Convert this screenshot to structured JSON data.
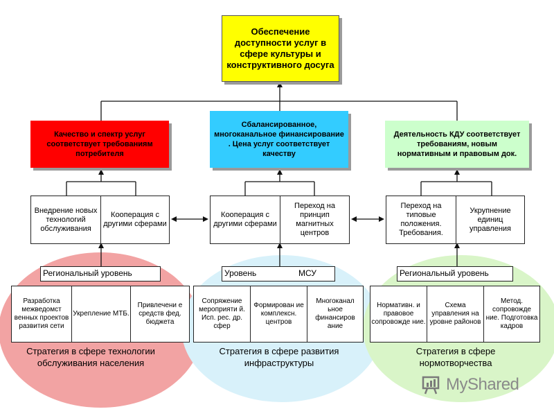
{
  "top": "Обеспечение доступности услуг в сфере культуры и конструктивного досуга",
  "branches": [
    {
      "header": "Качество и спектр услуг соответствует требованиям потребителя",
      "sub": [
        "Внедрение новых технологий обслуживания",
        "Кооперация с другими сферами"
      ],
      "level": "Региональный уровень",
      "items": [
        "Разработка межведомст венных проектов развития сети",
        "Укрепление МТБ.",
        "Привлечени е средств фед. бюджета"
      ],
      "strategy": "Стратегия в сфере технологии обслуживания населения"
    },
    {
      "header": "Сбалансированное, многоканальное финансирование . Цена услуг соответствует качеству",
      "sub": [
        "Кооперация с другими сферами",
        "Переход на принцип магнитных центров"
      ],
      "level_left": "Уровень",
      "level_right": "МСУ",
      "items": [
        "Сопряжение мероприяти й. Исп. рес. др. сфер",
        "Формирован ие комплексн. центров",
        "Многоканал ьное финансиров ание"
      ],
      "strategy": "Стратегия в сфере развития инфраструктуры"
    },
    {
      "header": "Деятельность КДУ соответствует требованиям, новым нормативным и правовым док.",
      "sub": [
        "Переход на типовые положения. Требования.",
        "Укрупнение единиц управления"
      ],
      "level": "Региональный уровень",
      "items": [
        "Нормативн. и правовое сопровожде ние.",
        "Схема управления на уровне районов",
        "Метод. сопровожде ние. Подготовка кадров"
      ],
      "strategy": "Стратегия в сфере нормотворчества"
    }
  ],
  "watermark": "MyShared",
  "colors": {
    "top": "#ffff00",
    "header_left": "#ff0000",
    "header_mid": "#33ccff",
    "header_right": "#ccffcc",
    "ellipse_left": "#f2a3a3",
    "ellipse_mid": "#d8f1fa",
    "ellipse_right": "#d9f5c8"
  }
}
